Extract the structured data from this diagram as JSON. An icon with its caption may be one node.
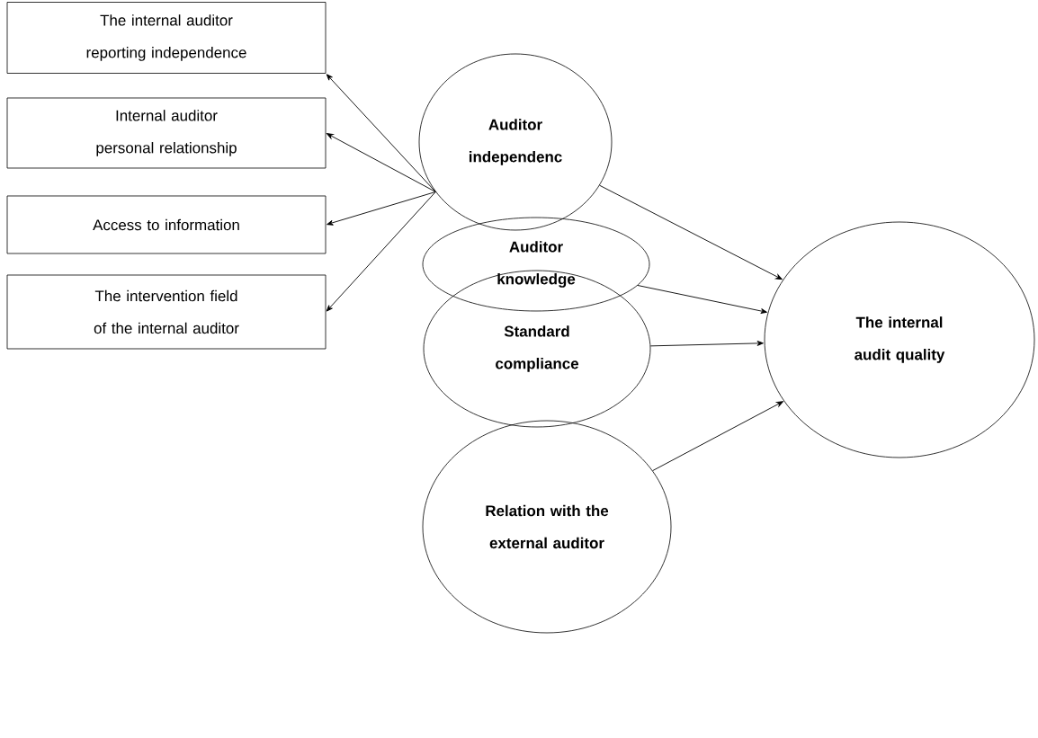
{
  "diagram": {
    "nodes": [
      {
        "text": [
          "The internal auditor reporting independence"
        ]
      },
      {
        "text": [
          "Internal auditor personal relationship"
        ]
      },
      {
        "text": [
          "Access to information"
        ]
      },
      {
        "text": [
          "The intervention field of the internal auditor"
        ]
      },
      {
        "text": [
          "Auditor independenc"
        ]
      },
      {
        "text": [
          "Auditor knowledge"
        ]
      },
      {
        "text": [
          "Standard compliance"
        ]
      },
      {
        "text": [
          "Relation with the external auditor"
        ]
      },
      {
        "text": [
          "The internal audit quality"
        ]
      }
    ],
    "edges": [
      {
        "from": 4,
        "to": 0,
        "arrow": "to"
      },
      {
        "from": 4,
        "to": 1,
        "arrow": "to"
      },
      {
        "from": 4,
        "to": 2,
        "arrow": "to"
      },
      {
        "from": 4,
        "to": 3,
        "arrow": "to"
      },
      {
        "from": 4,
        "to": 8,
        "arrow": "to"
      },
      {
        "from": 5,
        "to": 8,
        "arrow": "to"
      },
      {
        "from": 6,
        "to": 8,
        "arrow": "to"
      },
      {
        "from": 7,
        "to": 8,
        "arrow": "to"
      }
    ]
  }
}
